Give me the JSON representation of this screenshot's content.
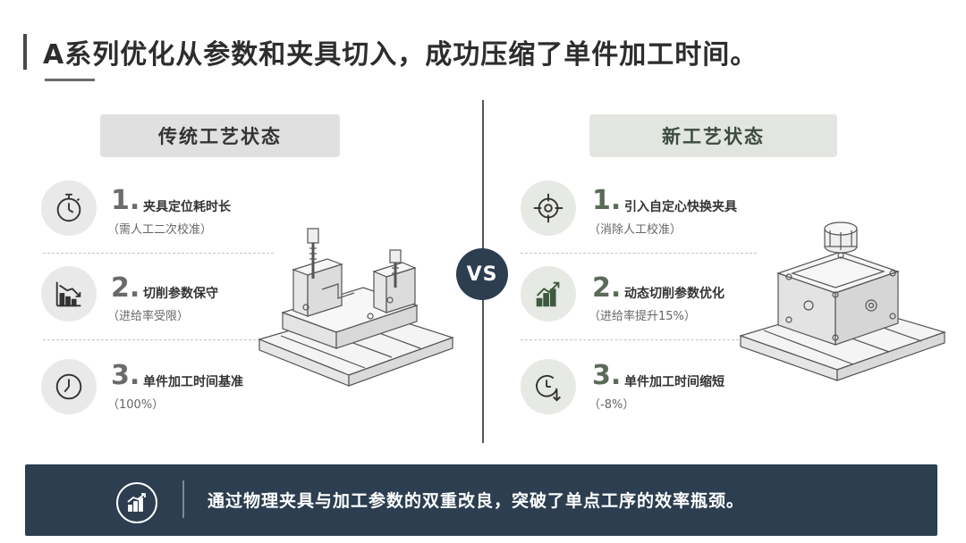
{
  "title": "A系列优化从参数和夹具切入，成功压缩了单件加工时间。",
  "left_panel": {
    "header": "传统工艺状态",
    "items": [
      {
        "num": "1.",
        "title": "夹具定位耗时长",
        "sub": "（需人工二次校准）",
        "icon": "stopwatch-icon"
      },
      {
        "num": "2.",
        "title": "切削参数保守",
        "sub": "（进给率受限）",
        "icon": "bar-chart-down-icon"
      },
      {
        "num": "3.",
        "title": "单件加工时间基准",
        "sub": "（100%）",
        "icon": "clock-icon"
      }
    ]
  },
  "vs_label": "VS",
  "right_panel": {
    "header": "新工艺状态",
    "items": [
      {
        "num": "1.",
        "title": "引入自定心快换夹具",
        "sub": "（消除人工校准）",
        "icon": "crosshair-target-icon"
      },
      {
        "num": "2.",
        "title": "动态切削参数优化",
        "sub": "（进给率提升15%）",
        "icon": "bar-chart-up-icon"
      },
      {
        "num": "3.",
        "title": "单件加工时间缩短",
        "sub": "（-8%）",
        "icon": "clock-down-arrow-icon"
      }
    ]
  },
  "footer": {
    "text": "通过物理夹具与加工参数的双重改良，突破了单点工序的效率瓶颈。",
    "icon": "growth-chart-icon"
  },
  "colors": {
    "navy": "#2c3e50",
    "left_header_bg": "#e0e0e0",
    "right_header_bg": "#e3e6e0",
    "accent_green": "#5a6b58"
  }
}
